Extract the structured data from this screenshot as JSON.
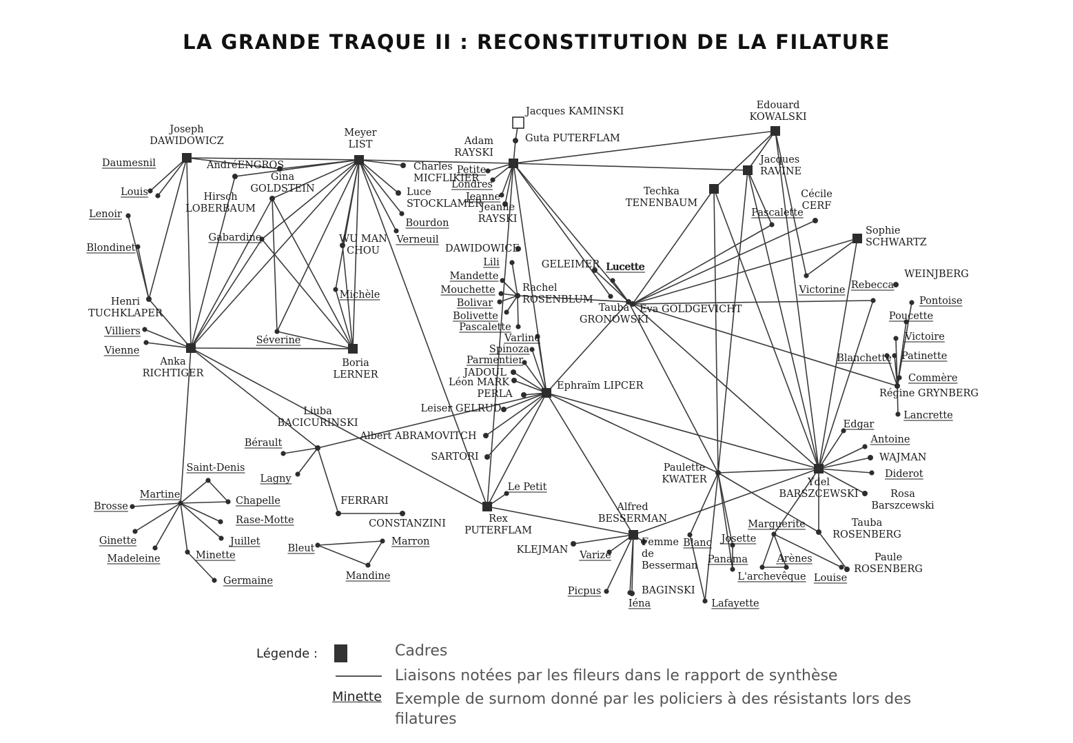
{
  "title": "LA GRANDE TRAQUE II :  RECONSTITUTION DE LA FILATURE",
  "legend": {
    "label": "Légende :",
    "square_text": "Cadres",
    "line_text": "Liaisons notées par les fileurs dans le rapport de synthèse",
    "example_name": "Minette",
    "example_text": "Exemple de surnom  donné par les policiers à des résistants lors des filatures"
  },
  "nodes": [
    {
      "id": "dawidowicz",
      "type": "square",
      "lines": [
        "Joseph",
        "DAWIDOWICZ"
      ]
    },
    {
      "id": "list",
      "type": "square",
      "lines": [
        "Meyer",
        "LIST"
      ]
    },
    {
      "id": "rayski",
      "type": "square",
      "lines": [
        "Adam",
        "RAYSKI"
      ]
    },
    {
      "id": "kaminski",
      "type": "open",
      "lines": [
        "Jacques KAMINSKI"
      ]
    },
    {
      "id": "puterflam_guta",
      "type": "dot",
      "lines": [
        "Guta PUTERFLAM"
      ]
    },
    {
      "id": "kowalski",
      "type": "square",
      "lines": [
        "Edouard",
        "KOWALSKI"
      ]
    },
    {
      "id": "ravine",
      "type": "square",
      "lines": [
        "Jacques",
        "RAVINE"
      ]
    },
    {
      "id": "tenenbaum",
      "type": "square",
      "lines": [
        "Techka",
        "TENENBAUM"
      ]
    },
    {
      "id": "schwartz",
      "type": "square",
      "lines": [
        "Sophie",
        "SCHWARTZ"
      ]
    },
    {
      "id": "cerf",
      "type": "dot",
      "lines": [
        "Cécile",
        "CERF"
      ]
    },
    {
      "id": "richtiger",
      "type": "square",
      "lines": [
        "Anka",
        "RICHTIGER"
      ]
    },
    {
      "id": "lerner",
      "type": "square",
      "lines": [
        "Boria",
        "LERNER"
      ]
    },
    {
      "id": "bacicurinski",
      "type": "dot",
      "lines": [
        "Liuba",
        "BACICURINSKI"
      ]
    },
    {
      "id": "lipcer",
      "type": "square",
      "lines": [
        "Ephraïm LIPCER"
      ]
    },
    {
      "id": "rex_puterflam",
      "type": "square",
      "lines": [
        "Rex",
        "PUTERFLAM"
      ]
    },
    {
      "id": "besserman",
      "type": "square",
      "lines": [
        "Alfred",
        "BESSERMAN"
      ]
    },
    {
      "id": "kwater",
      "type": "dot",
      "lines": [
        "Paulette",
        "KWATER"
      ]
    },
    {
      "id": "barszcewski",
      "type": "square",
      "lines": [
        "Ydel",
        "BARSZCEWSKI"
      ]
    },
    {
      "id": "rosenblum",
      "type": "dot",
      "lines": [
        "Rachel",
        "ROSENBLUM"
      ]
    },
    {
      "id": "gronowski",
      "type": "dot",
      "lines": [
        "Tauba",
        "GRONOWSKI"
      ]
    },
    {
      "id": "goldgevicht",
      "type": "dot",
      "lines": [
        "Eva GOLDGEVICHT"
      ]
    },
    {
      "id": "tuchklaper",
      "type": "dot",
      "lines": [
        "Henri",
        "TUCHKLAPER"
      ]
    },
    {
      "id": "loberbaum",
      "type": "dot",
      "lines": [
        "Hirsch",
        "LOBERBAUM"
      ]
    },
    {
      "id": "engros",
      "type": "dot",
      "lines": [
        "AndréENGROS"
      ]
    },
    {
      "id": "goldstein",
      "type": "dot",
      "lines": [
        "Gina",
        "GOLDSTEIN"
      ]
    },
    {
      "id": "wuman",
      "type": "dot",
      "lines": [
        "WU MAN",
        "CHOU"
      ]
    },
    {
      "id": "micflikier",
      "type": "dot",
      "lines": [
        "Charles",
        "MICFLIKIER"
      ]
    },
    {
      "id": "stocklamer",
      "type": "dot",
      "lines": [
        "Luce",
        "STOCKLAMER"
      ]
    },
    {
      "id": "jeanne_rayski",
      "type": "dot",
      "lines": [
        "Jeanne",
        "RAYSKI"
      ]
    },
    {
      "id": "dawidowice",
      "type": "dot",
      "lines": [
        "DAWIDOWICE"
      ]
    },
    {
      "id": "geleimer",
      "type": "dot",
      "lines": [
        "GELEIMER"
      ]
    },
    {
      "id": "grynberg",
      "type": "dot",
      "lines": [
        "Régine GRYNBERG"
      ]
    },
    {
      "id": "weinjberg",
      "type": "dot",
      "lines": [
        "WEINJBERG"
      ]
    },
    {
      "id": "wajman",
      "type": "dot",
      "lines": [
        "WAJMAN"
      ]
    },
    {
      "id": "rosa",
      "type": "dot",
      "lines": [
        "Rosa",
        "Barszcewski"
      ]
    },
    {
      "id": "tauba_rosenberg",
      "type": "dot",
      "lines": [
        "Tauba",
        "ROSENBERG"
      ]
    },
    {
      "id": "paule_rosenberg",
      "type": "dot",
      "lines": [
        "Paule",
        "ROSENBERG"
      ]
    },
    {
      "id": "baginski",
      "type": "dot",
      "lines": [
        "BAGINSKI"
      ]
    },
    {
      "id": "klejman",
      "type": "dot",
      "lines": [
        "KLEJMAN"
      ]
    },
    {
      "id": "jadoul",
      "type": "dot",
      "lines": [
        "JADOUL"
      ]
    },
    {
      "id": "leon_mark",
      "type": "dot",
      "lines": [
        "Léon MARK"
      ]
    },
    {
      "id": "perla",
      "type": "dot",
      "lines": [
        "PERLA"
      ]
    },
    {
      "id": "gelrud",
      "type": "dot",
      "lines": [
        "Leiser GELRUD"
      ]
    },
    {
      "id": "abramovitch",
      "type": "dot",
      "lines": [
        "Albert ABRAMOVITCH"
      ]
    },
    {
      "id": "sartori",
      "type": "dot",
      "lines": [
        "SARTORI"
      ]
    },
    {
      "id": "ferrari",
      "type": "dot",
      "lines": [
        "FERRARI"
      ]
    },
    {
      "id": "constanzini",
      "type": "dot",
      "lines": [
        "CONSTANZINI"
      ]
    },
    {
      "id": "femme",
      "type": "dot",
      "lines": [
        "Femme",
        "de",
        "Besserman"
      ]
    }
  ],
  "nicknames": [
    "Daumesnil",
    "Louis",
    "Lenoir",
    "Blondinet",
    "Villiers",
    "Vienne",
    "Gabardine",
    "Michèle",
    "Séverine",
    "Bourdon",
    "Verneuil",
    "Petite",
    "Londres",
    "Jeanne",
    "Lili",
    "Mandette",
    "Mouchette",
    "Bolivar",
    "Bolivette",
    "Pascalette",
    "Varline",
    "Spinoza",
    "Parmentier",
    "Lucette",
    "Pascalette",
    "Victorine",
    "Rebecca",
    "Pontoise",
    "Poucette",
    "Victoire",
    "Blanchette",
    "Patinette",
    "Commère",
    "Lancrette",
    "Edgar",
    "Antoine",
    "Diderot",
    "Bérault",
    "Lagny",
    "Saint-Denis",
    "Martine",
    "Chapelle",
    "Brosse",
    "Rase-Motte",
    "Ginette",
    "Juillet",
    "Madeleine",
    "Minette",
    "Germaine",
    "Bleut",
    "Marron",
    "Mandine",
    "Le Petit",
    "Varize",
    "Picpus",
    "Iéna",
    "Blanc",
    "Lafayette",
    "Josette",
    "Panama",
    "Marguerite",
    "Arènes",
    "L'archevêque",
    "Louise",
    "Lucette"
  ]
}
